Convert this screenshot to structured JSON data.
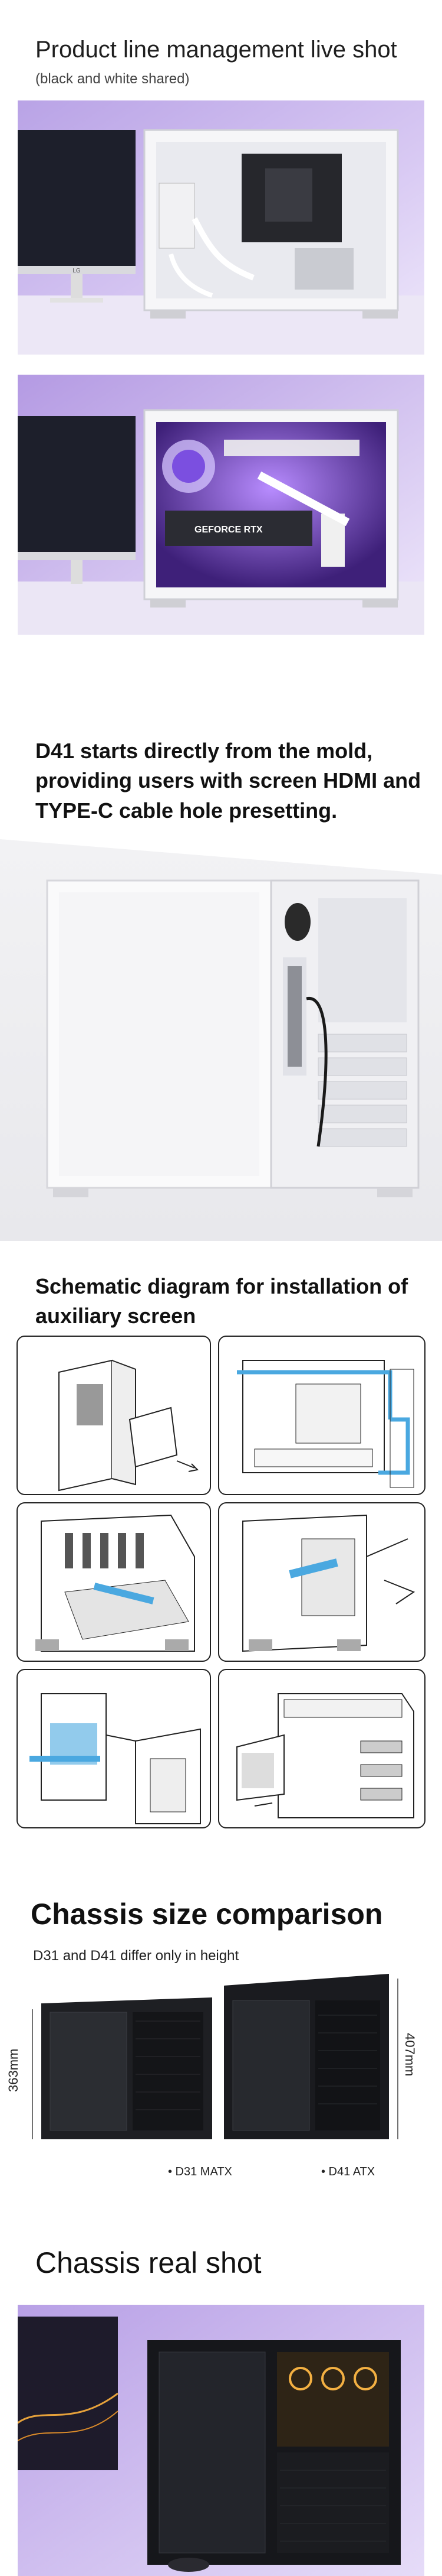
{
  "section1": {
    "title": "Product line management live shot",
    "subtitle": "(black and white shared)"
  },
  "section2": {
    "title": "D41 starts directly from the mold, providing users with screen HDMI and TYPE-C cable hole presetting."
  },
  "section3": {
    "title": "Schematic diagram for installation of auxiliary screen"
  },
  "section4": {
    "title": "Chassis size comparison",
    "subtitle": "D31 and D41 differ only in height",
    "dim_left": "363mm",
    "dim_right": "407mm",
    "legend_left": "• D31 MATX",
    "legend_right": "• D41 ATX"
  },
  "section5": {
    "title": "Chassis real shot"
  },
  "photo_labels": {
    "monitor_brand": "LG",
    "gpu_label": "GEFORCE RTX"
  },
  "colors": {
    "lavender": "#c9b6ec",
    "purple_glow": "#8a5cf0",
    "case_white": "#f3f4f6",
    "case_black": "#1b1c1f",
    "accent_blue": "#4aa8e0"
  }
}
